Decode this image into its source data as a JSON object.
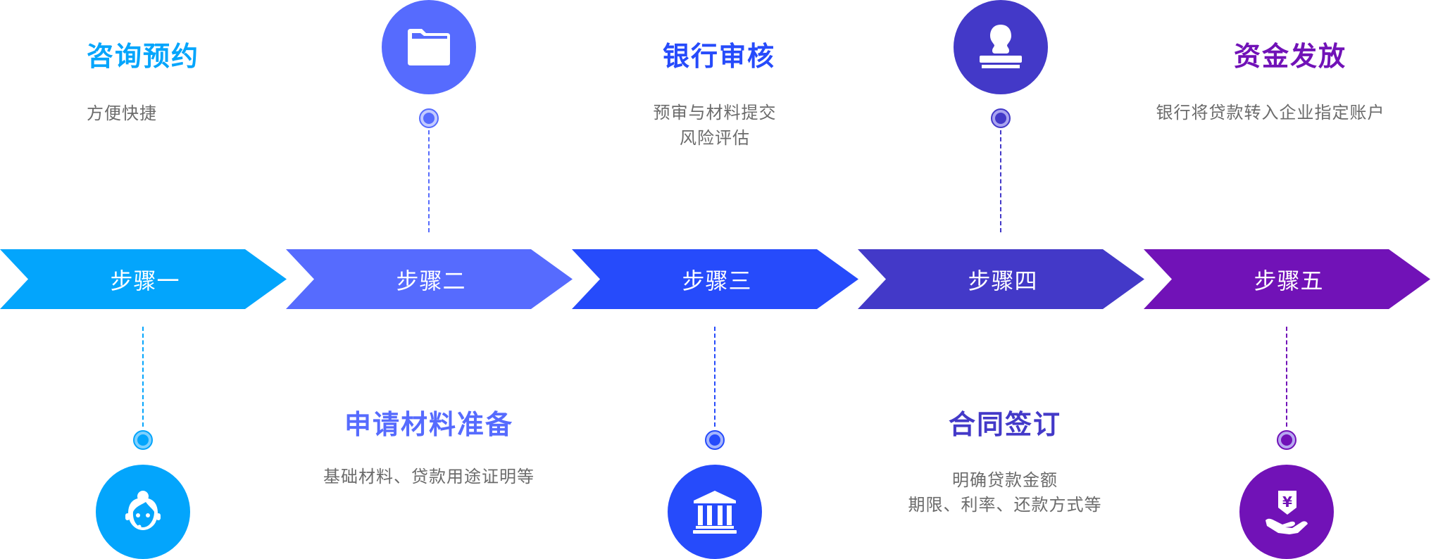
{
  "diagram": {
    "type": "process-flow",
    "steps": [
      {
        "label": "步骤一",
        "title": "咨询预约",
        "desc": [
          "方便快捷"
        ],
        "icon": "customer-service-icon",
        "color": "#03A5FC",
        "dot_light": "#7FD0FD"
      },
      {
        "label": "步骤二",
        "title": "申请材料准备",
        "desc": [
          "基础材料、贷款用途证明等"
        ],
        "icon": "folder-icon",
        "color": "#566BFE",
        "dot_light": "#C3CBFF"
      },
      {
        "label": "步骤三",
        "title": "银行审核",
        "desc": [
          "预审与材料提交",
          "风险评估"
        ],
        "icon": "bank-icon",
        "color": "#264BFB",
        "dot_light": "#A6B6FD"
      },
      {
        "label": "步骤四",
        "title": "合同签订",
        "desc": [
          "明确贷款金额",
          "期限、利率、还款方式等"
        ],
        "icon": "stamp-icon",
        "color": "#4339C8",
        "dot_light": "#A9A3F0"
      },
      {
        "label": "步骤五",
        "title": "资金发放",
        "desc": [
          "银行将贷款转入企业指定账户"
        ],
        "icon": "money-hand-icon",
        "color": "#7112B7",
        "dot_light": "#B6A9F0"
      }
    ]
  }
}
